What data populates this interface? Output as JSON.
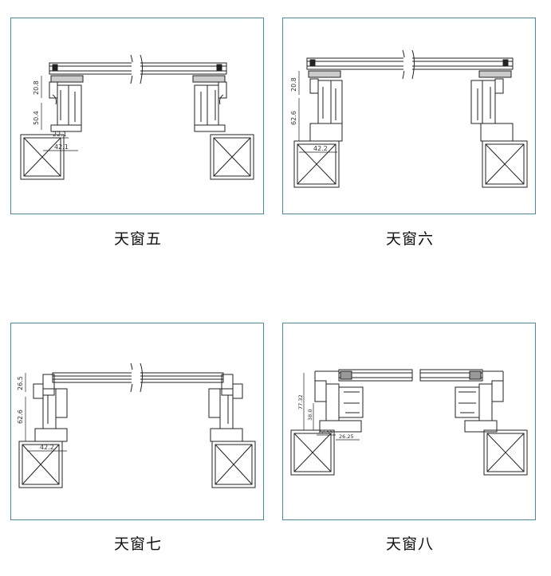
{
  "panels": [
    {
      "caption": "天窗五",
      "dims": {
        "top": "20.8",
        "vertical": "50.4",
        "inner": "22.1",
        "width": "42.1"
      }
    },
    {
      "caption": "天窗六",
      "dims": {
        "top": "20.8",
        "vertical": "62.6",
        "width": "42.2"
      }
    },
    {
      "caption": "天窗七",
      "dims": {
        "top": "26.5",
        "vertical": "62.6",
        "width": "42.2"
      }
    },
    {
      "caption": "天窗八",
      "dims": {
        "total": "77.32",
        "small": "38.0",
        "w1": "22.55",
        "w2": "26.25"
      }
    }
  ]
}
